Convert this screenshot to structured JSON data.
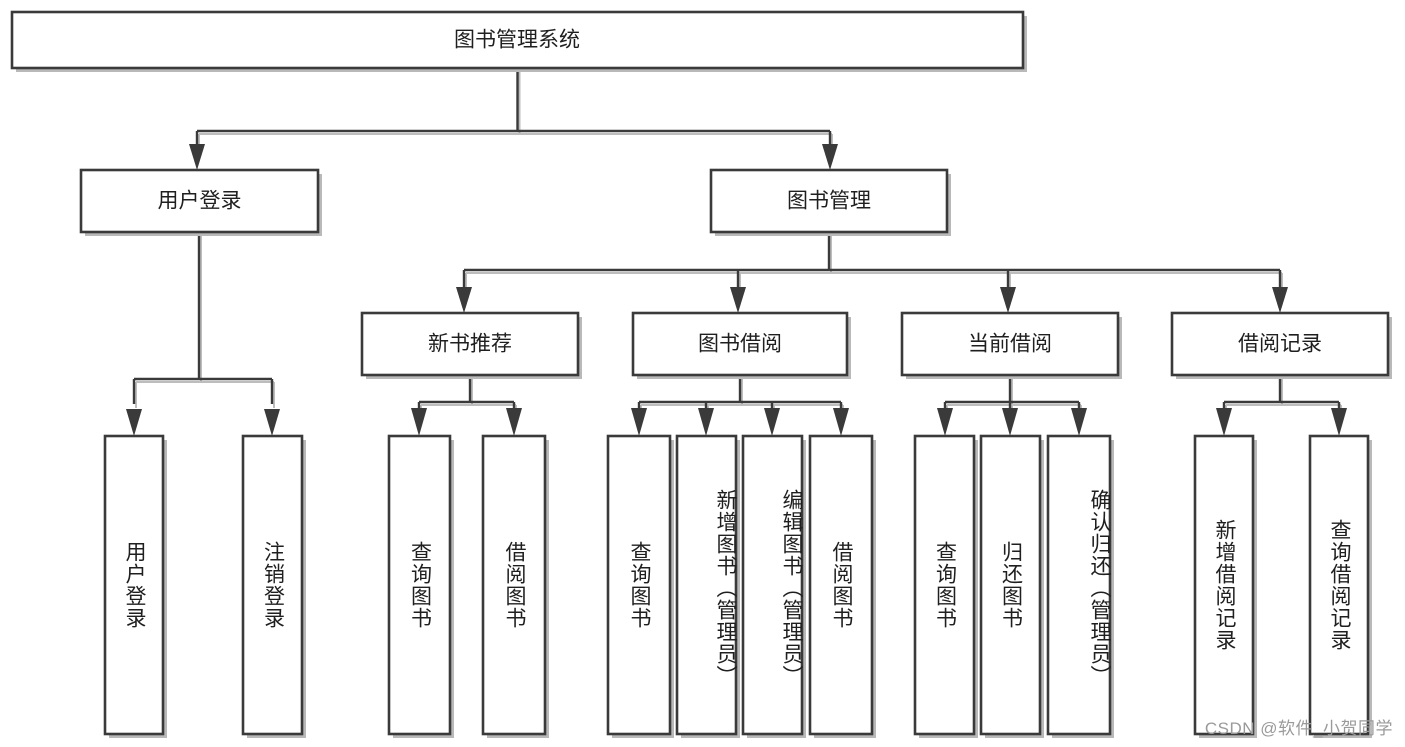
{
  "diagram": {
    "title": "图书管理系统",
    "type": "tree",
    "orientation": "top-down",
    "colors": {
      "box_fill": "#ffffff",
      "box_stroke": "#3a3a3a",
      "connector": "#3a3a3a",
      "shadow": "#bdbdbd",
      "text": "#1f1f1f",
      "watermark": "#9a9a9a"
    },
    "root": {
      "label": "图书管理系统",
      "orientation": "horizontal"
    },
    "level2": [
      {
        "label": "用户登录",
        "orientation": "horizontal"
      },
      {
        "label": "图书管理",
        "orientation": "horizontal"
      }
    ],
    "level3": [
      {
        "label": "新书推荐",
        "orientation": "horizontal"
      },
      {
        "label": "图书借阅",
        "orientation": "horizontal"
      },
      {
        "label": "当前借阅",
        "orientation": "horizontal"
      },
      {
        "label": "借阅记录",
        "orientation": "horizontal"
      }
    ],
    "leaves": {
      "user_login": [
        {
          "label": "用户登录",
          "orientation": "vertical"
        },
        {
          "label": "注销登录",
          "orientation": "vertical"
        }
      ],
      "new_book_recommend": [
        {
          "label": "查询图书",
          "orientation": "vertical"
        },
        {
          "label": "借阅图书",
          "orientation": "vertical"
        }
      ],
      "book_borrow": [
        {
          "label": "查询图书",
          "orientation": "vertical"
        },
        {
          "label": "新增图书（管理员）",
          "orientation": "vertical"
        },
        {
          "label": "编辑图书（管理员）",
          "orientation": "vertical"
        },
        {
          "label": "借阅图书",
          "orientation": "vertical"
        }
      ],
      "current_borrow": [
        {
          "label": "查询图书",
          "orientation": "vertical"
        },
        {
          "label": "归还图书",
          "orientation": "vertical"
        },
        {
          "label": "确认归还（管理员）",
          "orientation": "vertical"
        }
      ],
      "borrow_record": [
        {
          "label": "新增借阅记录",
          "orientation": "vertical"
        },
        {
          "label": "查询借阅记录",
          "orientation": "vertical"
        }
      ]
    }
  },
  "watermark": {
    "text": "CSDN @软件_小贺同学"
  }
}
